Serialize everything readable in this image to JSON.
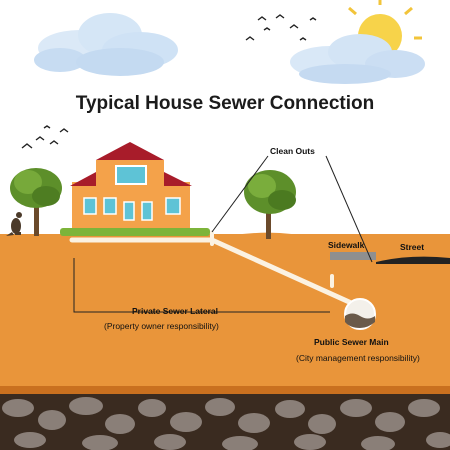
{
  "title": "Typical House Sewer Connection",
  "labels": {
    "clean_outs": "Clean Outs",
    "sidewalk": "Sidewalk",
    "street": "Street",
    "private_lateral": "Private Sewer Lateral",
    "private_responsibility": "(Property owner responsibility)",
    "public_main": "Public Sewer Main",
    "public_responsibility": "(City management responsibility)"
  },
  "colors": {
    "soil": "#e9953a",
    "soil_dark": "#c9701f",
    "rock_bg": "#3a2b20",
    "rock": "#8a7f78",
    "pipe": "#fbf2e2",
    "house_wall": "#f4a24a",
    "roof": "#a81c2a",
    "sky_cloud": "#cfe2f5",
    "sun": "#f7d34a"
  },
  "icons": [
    "cloud-icon",
    "sun-icon",
    "bird-icon",
    "tree-icon",
    "house-icon",
    "kangaroo-icon",
    "pipe-icon"
  ]
}
